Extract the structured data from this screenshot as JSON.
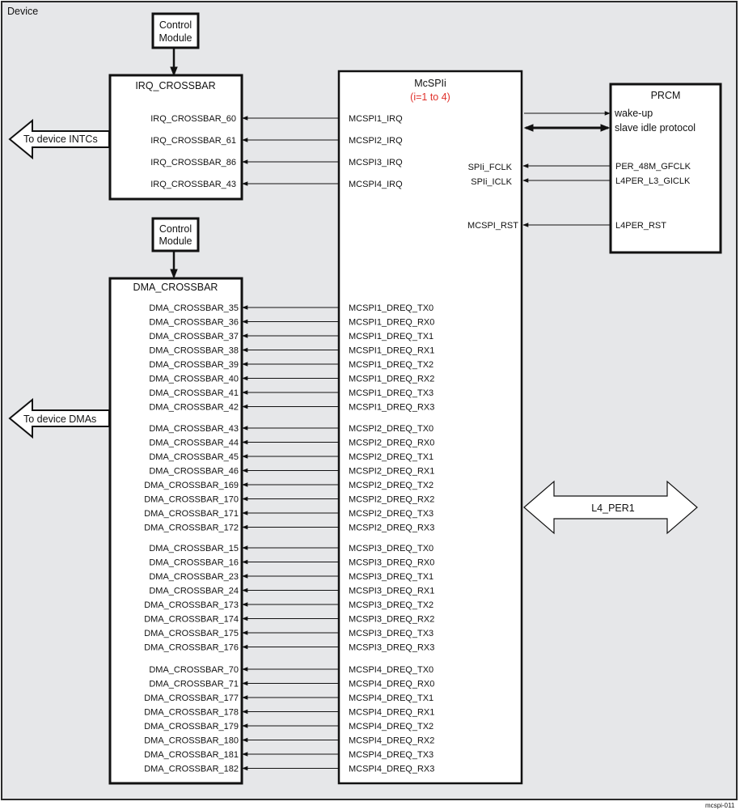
{
  "device_label": "Device",
  "figure_id": "mcspi-011",
  "control_module_top": [
    "Control",
    "Module"
  ],
  "control_module_bottom": [
    "Control",
    "Module"
  ],
  "irq_crossbar": {
    "title": "IRQ_CROSSBAR",
    "lines": [
      "IRQ_CROSSBAR_60",
      "IRQ_CROSSBAR_61",
      "IRQ_CROSSBAR_86",
      "IRQ_CROSSBAR_43"
    ]
  },
  "dma_crossbar": {
    "title": "DMA_CROSSBAR",
    "groups": [
      [
        "DMA_CROSSBAR_35",
        "DMA_CROSSBAR_36",
        "DMA_CROSSBAR_37",
        "DMA_CROSSBAR_38",
        "DMA_CROSSBAR_39",
        "DMA_CROSSBAR_40",
        "DMA_CROSSBAR_41",
        "DMA_CROSSBAR_42"
      ],
      [
        "DMA_CROSSBAR_43",
        "DMA_CROSSBAR_44",
        "DMA_CROSSBAR_45",
        "DMA_CROSSBAR_46",
        "DMA_CROSSBAR_169",
        "DMA_CROSSBAR_170",
        "DMA_CROSSBAR_171",
        "DMA_CROSSBAR_172"
      ],
      [
        "DMA_CROSSBAR_15",
        "DMA_CROSSBAR_16",
        "DMA_CROSSBAR_23",
        "DMA_CROSSBAR_24",
        "DMA_CROSSBAR_173",
        "DMA_CROSSBAR_174",
        "DMA_CROSSBAR_175",
        "DMA_CROSSBAR_176"
      ],
      [
        "DMA_CROSSBAR_70",
        "DMA_CROSSBAR_71",
        "DMA_CROSSBAR_177",
        "DMA_CROSSBAR_178",
        "DMA_CROSSBAR_179",
        "DMA_CROSSBAR_180",
        "DMA_CROSSBAR_181",
        "DMA_CROSSBAR_182"
      ]
    ]
  },
  "mcspi": {
    "title": "McSPIi",
    "subtitle": "(i=1 to 4)",
    "irq_lines": [
      "MCSPI1_IRQ",
      "MCSPI2_IRQ",
      "MCSPI3_IRQ",
      "MCSPI4_IRQ"
    ],
    "clk_lines": [
      "SPIi_FCLK",
      "SPIi_ICLK"
    ],
    "rst": "MCSPI_RST",
    "dreq_groups": [
      [
        "MCSPI1_DREQ_TX0",
        "MCSPI1_DREQ_RX0",
        "MCSPI1_DREQ_TX1",
        "MCSPI1_DREQ_RX1",
        "MCSPI1_DREQ_TX2",
        "MCSPI1_DREQ_RX2",
        "MCSPI1_DREQ_TX3",
        "MCSPI1_DREQ_RX3"
      ],
      [
        "MCSPI2_DREQ_TX0",
        "MCSPI2_DREQ_RX0",
        "MCSPI2_DREQ_TX1",
        "MCSPI2_DREQ_RX1",
        "MCSPI2_DREQ_TX2",
        "MCSPI2_DREQ_RX2",
        "MCSPI2_DREQ_TX3",
        "MCSPI2_DREQ_RX3"
      ],
      [
        "MCSPI3_DREQ_TX0",
        "MCSPI3_DREQ_RX0",
        "MCSPI3_DREQ_TX1",
        "MCSPI3_DREQ_RX1",
        "MCSPI3_DREQ_TX2",
        "MCSPI3_DREQ_RX2",
        "MCSPI3_DREQ_TX3",
        "MCSPI3_DREQ_RX3"
      ],
      [
        "MCSPI4_DREQ_TX0",
        "MCSPI4_DREQ_RX0",
        "MCSPI4_DREQ_TX1",
        "MCSPI4_DREQ_RX1",
        "MCSPI4_DREQ_TX2",
        "MCSPI4_DREQ_RX2",
        "MCSPI4_DREQ_TX3",
        "MCSPI4_DREQ_RX3"
      ]
    ]
  },
  "prcm": {
    "title": "PRCM",
    "wakeup": "wake-up",
    "slave_idle": "slave idle protocol",
    "fclk": "PER_48M_GFCLK",
    "iclk": "L4PER_L3_GICLK",
    "rst": "L4PER_RST"
  },
  "arrows": {
    "intc": "To device INTCs",
    "dma": "To device DMAs",
    "l4": "L4_PER1"
  }
}
